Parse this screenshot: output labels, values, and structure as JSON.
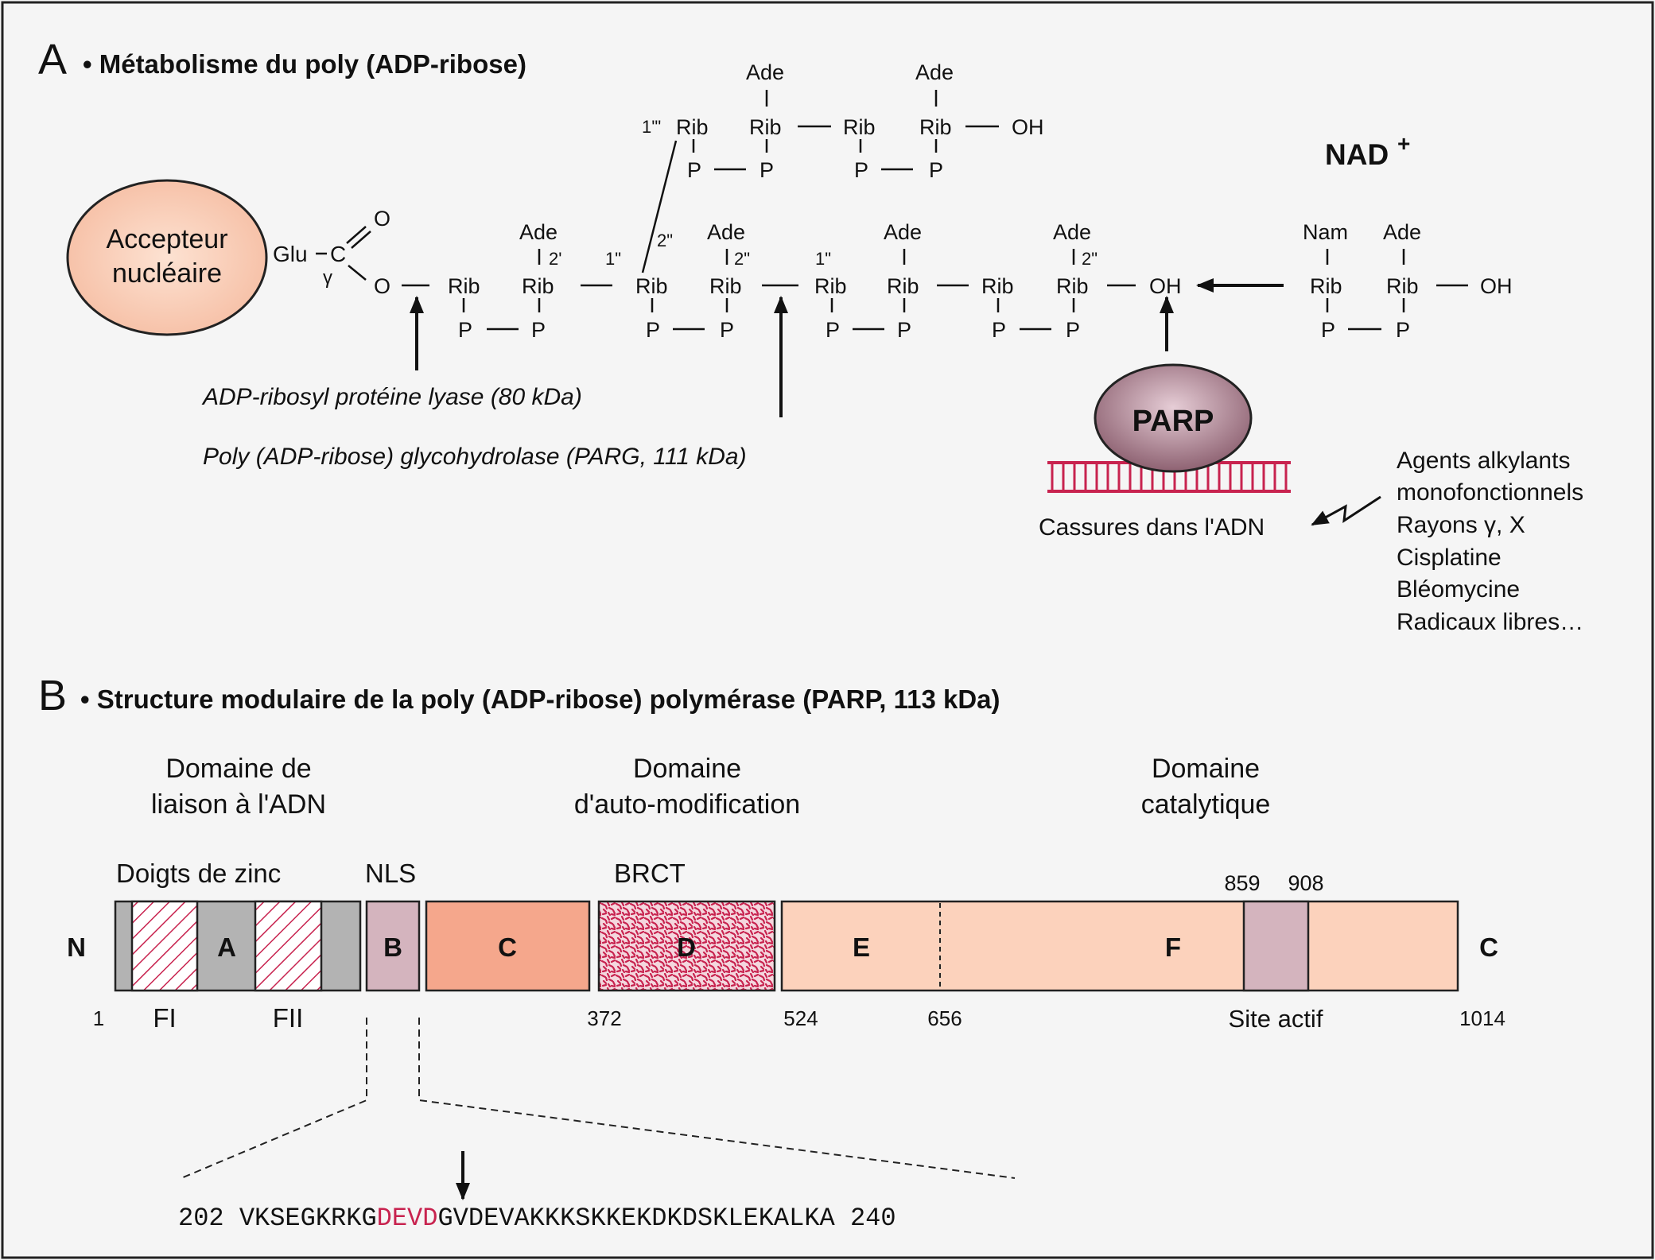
{
  "colors": {
    "frame": "#222222",
    "acceptor": "#f9cdb6",
    "parp": "#b58a99",
    "dna": "#c8234f",
    "grey": "#b3b3b3",
    "nls": "#d4b4be",
    "c_dom": "#f5a78c",
    "ef_dom": "#fcd2bc",
    "site": "#d4b4be",
    "red_seq": "#c8234f"
  },
  "panelA": {
    "letter": "A",
    "title": "• Métabolisme du poly (ADP-ribose)",
    "acceptor": [
      "Accepteur",
      "nucléaire"
    ],
    "glu": "Glu",
    "c": "C",
    "gamma": "γ",
    "o": "O",
    "rib": "Rib",
    "p": "P",
    "ade": "Ade",
    "nam": "Nam",
    "oh": "OH",
    "l_2p": "2'",
    "l_1pp": "1\"",
    "l_2pp": "2\"",
    "l_1ppp": "1'\"",
    "nad": "NAD",
    "nad_sup": "+",
    "parp": "PARP",
    "lyase": "ADP-ribosyl protéine lyase (80 kDa)",
    "parg": "Poly (ADP-ribose) glycohydrolase (PARG, 111 kDa)",
    "breaks": "Cassures dans l'ADN",
    "agents": [
      "Agents alkylants",
      "monofonctionnels",
      "Rayons γ, X",
      "Cisplatine",
      "Bléomycine",
      "Radicaux libres…"
    ]
  },
  "panelB": {
    "letter": "B",
    "title": "• Structure modulaire de la poly (ADP-ribose) polymérase (PARP, 113 kDa)",
    "domains": [
      [
        "Domaine de",
        "liaison à l'ADN"
      ],
      [
        "Domaine",
        "d'auto-modification"
      ],
      [
        "Domaine",
        "catalytique"
      ]
    ],
    "zinc": "Doigts de zinc",
    "nls": "NLS",
    "brct": "BRCT",
    "n": "N",
    "cterm": "C",
    "boxes": {
      "A": "A",
      "B": "B",
      "C": "C",
      "D": "D",
      "E": "E",
      "F": "F"
    },
    "fi": "FI",
    "fii": "FII",
    "pos": {
      "p1": "1",
      "p372": "372",
      "p524": "524",
      "p656": "656",
      "p859": "859",
      "p908": "908",
      "p1014": "1014"
    },
    "site": "Site actif",
    "seq_start": "202",
    "seq_a": "VKSEGKRKG",
    "seq_red": "DEVD",
    "seq_b": "GVDEVAKKKSKKEKDKDSKLEKALKA",
    "seq_end": "240"
  }
}
